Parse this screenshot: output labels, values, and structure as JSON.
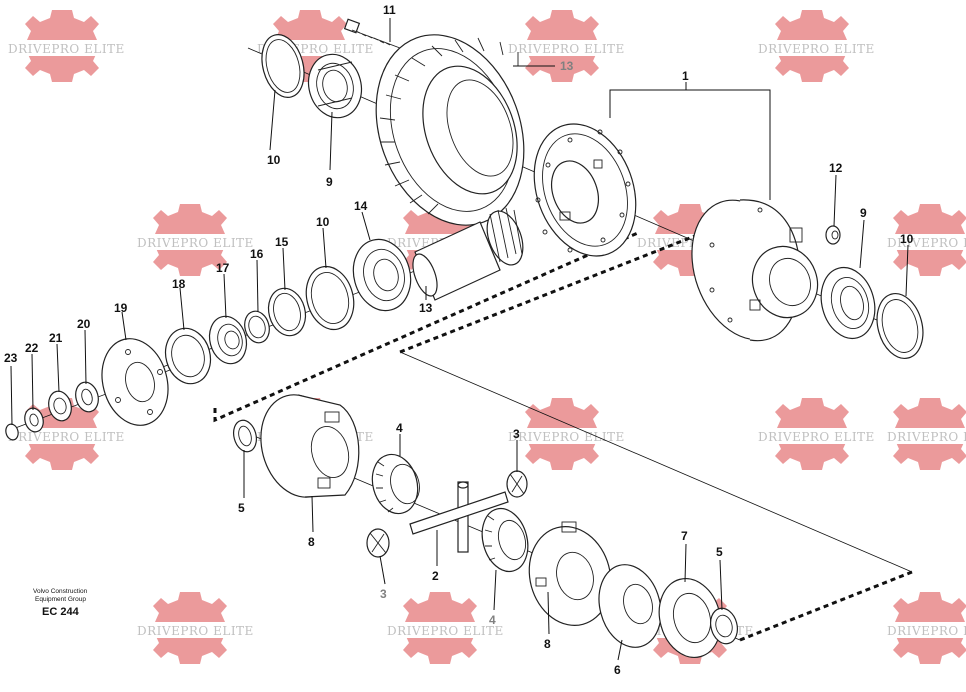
{
  "watermark": {
    "text": "DRIVEPRO ELITE",
    "color": "#e8888a"
  },
  "footer": {
    "company_line1": "Volvo Construction",
    "company_line2": "Equipment Group",
    "code": "EC 244"
  },
  "callouts": {
    "c1": "1",
    "c2": "2",
    "c3a": "3",
    "c3b": "3",
    "c4a": "4",
    "c4b": "4",
    "c5a": "5",
    "c5b": "5",
    "c6": "6",
    "c7": "7",
    "c8a": "8",
    "c8b": "8",
    "c9a": "9",
    "c9b": "9",
    "c10a": "10",
    "c10b": "10",
    "c10c": "10",
    "c11": "11",
    "c12": "12",
    "c13a": "13",
    "c13b": "13",
    "c14": "14",
    "c15": "15",
    "c16": "16",
    "c17": "17",
    "c18": "18",
    "c19": "19",
    "c20": "20",
    "c21": "21",
    "c22": "22",
    "c23": "23"
  }
}
